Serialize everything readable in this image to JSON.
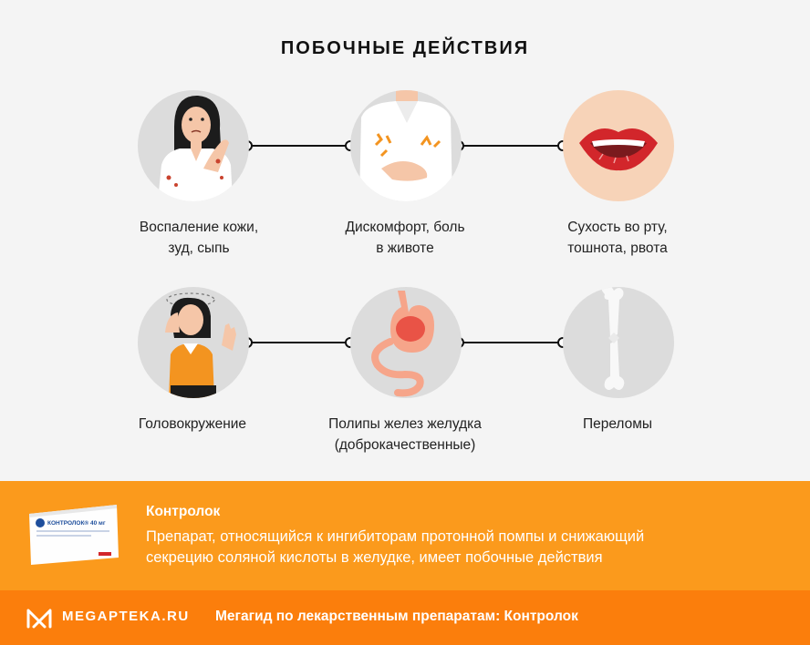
{
  "title": "ПОБОЧНЫЕ ДЕЙСТВИЯ",
  "effects": [
    {
      "line1": "Воспаление кожи,",
      "line2": "зуд, сыпь",
      "icon": "woman-itching-skin-icon"
    },
    {
      "line1": "Дискомфорт, боль",
      "line2": "в животе",
      "icon": "abdominal-pain-icon"
    },
    {
      "line1": "Сухость во рту,",
      "line2": "тошнота, рвота",
      "icon": "dry-mouth-lips-icon"
    },
    {
      "line1": "Головокружение",
      "line2": "",
      "icon": "dizzy-woman-icon"
    },
    {
      "line1": "Полипы желез желудка",
      "line2": "(доброкачественные)",
      "icon": "stomach-icon"
    },
    {
      "line1": "Переломы",
      "line2": "",
      "icon": "broken-bone-icon"
    }
  ],
  "drug": {
    "name": "Контролок",
    "description_line1": "Препарат, относящийся к ингибиторам протонной помпы и снижающий",
    "description_line2": "секрецию соляной кислоты в желудке, имеет побочные действия",
    "pack_brand": "КОНТРОЛОК® 40 мг"
  },
  "footer": {
    "logo": "MEGAPTEKA.RU",
    "text": "Мегагид по лекарственным препаратам: Контролок"
  },
  "colors": {
    "banner": "#fb9a1c",
    "footer": "#fb7e0c",
    "background": "#f4f4f4",
    "circle": "#dcdcdc"
  }
}
